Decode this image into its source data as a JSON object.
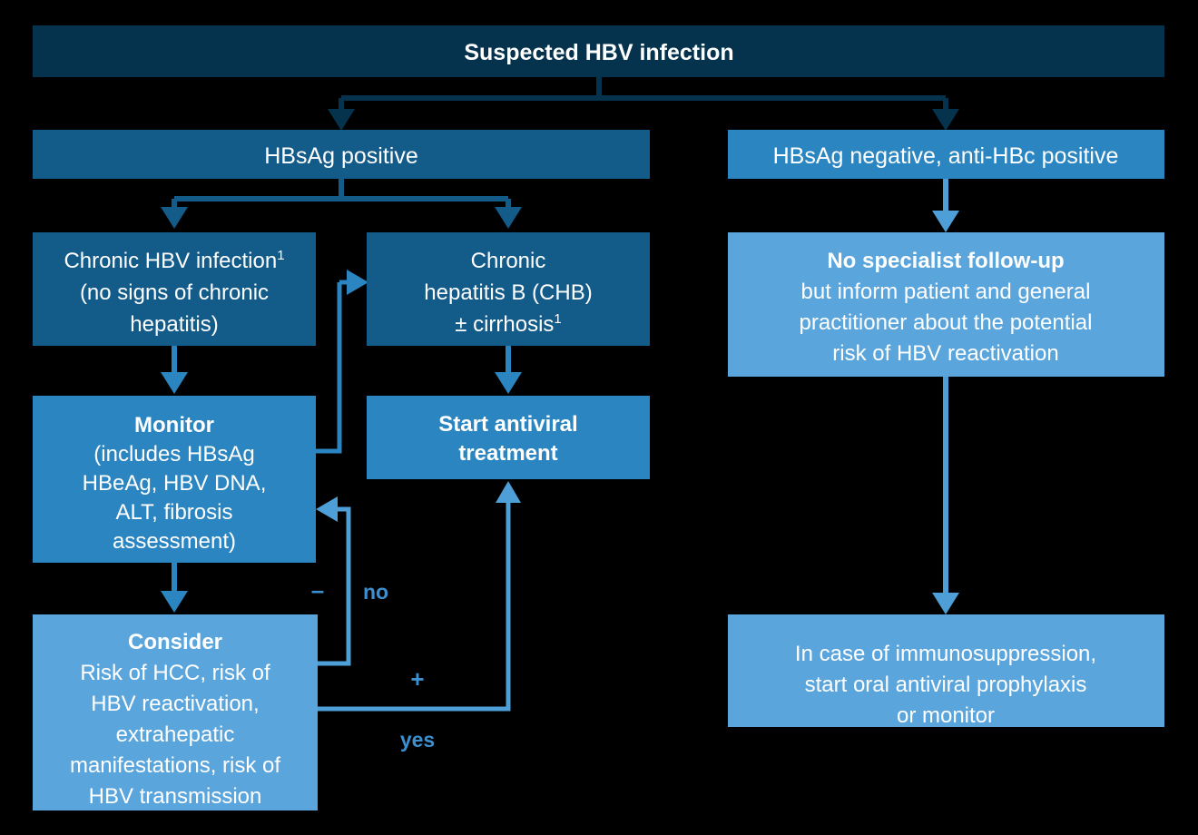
{
  "diagram": {
    "title": "Suspected HBV infection",
    "colors": {
      "background": "#000000",
      "navy": "#05334e",
      "dark_blue": "#135b89",
      "mid_blue": "#2a85c0",
      "light_blue": "#5ba5dd",
      "text": "#ffffff"
    },
    "nodes": {
      "root": {
        "label": "Suspected HBV infection",
        "style": "navy",
        "bold": true
      },
      "hbsag_positive": {
        "label": "HBsAg positive",
        "style": "dark_blue"
      },
      "hbsag_negative": {
        "label": "HBsAg negative, anti-HBc positive",
        "style": "mid_blue"
      },
      "chronic_hbv_infection": {
        "lines": [
          "Chronic HBV infection",
          "(no signs of chronic",
          "hepatitis)"
        ],
        "superscript": "1",
        "style": "dark_blue"
      },
      "chronic_hepatitis_b": {
        "lines": [
          "Chronic",
          "hepatitis B (CHB)",
          "± cirrhosis"
        ],
        "superscript": "1",
        "style": "dark_blue"
      },
      "monitor": {
        "heading": "Monitor",
        "lines": [
          "(includes HBsAg",
          "HBeAg, HBV DNA,",
          "ALT, fibrosis",
          "assessment)"
        ],
        "style": "mid_blue"
      },
      "start_antiviral": {
        "lines": [
          "Start antiviral",
          "treatment"
        ],
        "style": "mid_blue",
        "bold": true
      },
      "consider": {
        "heading": "Consider",
        "lines": [
          "Risk of HCC, risk of",
          "HBV reactivation,",
          "extrahepatic",
          "manifestations, risk of",
          "HBV transmission"
        ],
        "style": "light_blue"
      },
      "no_specialist": {
        "heading": "No specialist follow-up",
        "lines": [
          "but inform patient and general",
          "practitioner about the potential",
          "risk of HBV reactivation"
        ],
        "style": "light_blue"
      },
      "immunosuppression": {
        "lines": [
          "In case of immunosuppression,",
          "start oral antiviral prophylaxis",
          "or monitor"
        ],
        "style": "light_blue"
      }
    },
    "edge_labels": {
      "no": "no",
      "yes": "yes",
      "minus": "–",
      "plus": "+"
    }
  }
}
